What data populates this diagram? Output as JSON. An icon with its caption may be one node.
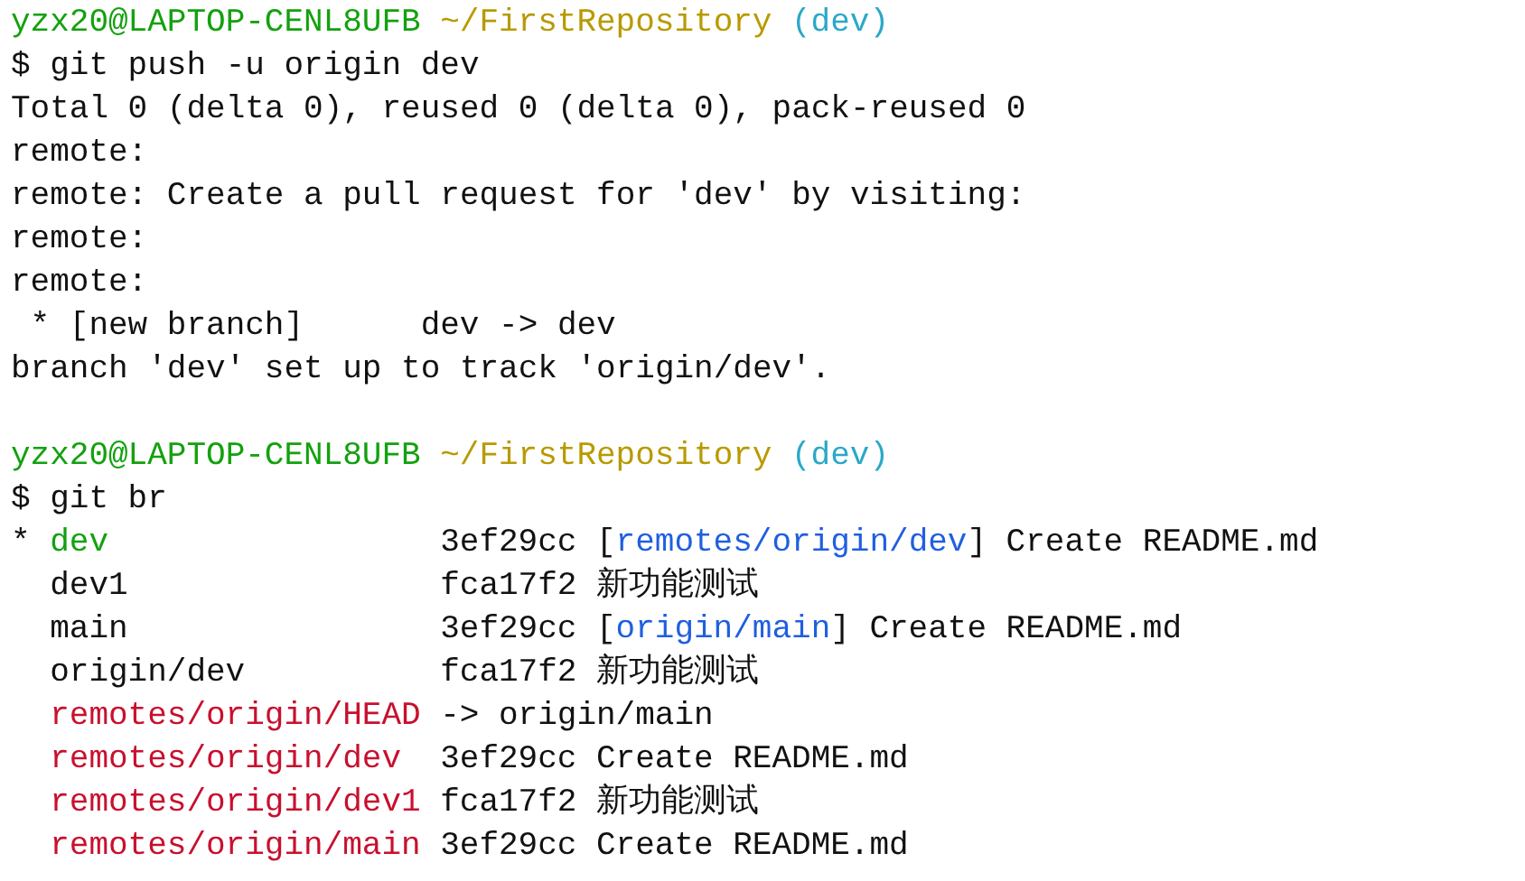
{
  "diagram": {
    "labels": [
      "yzx20@LAPTOP-CENL8UFB",
      "~/FirstRepository",
      "(dev)",
      "$ git push -u origin dev",
      "Total 0 (delta 0), reused 0 (delta 0), pack-reused 0",
      "remote:",
      "remote: Create a pull request for 'dev' by visiting:",
      "remote:",
      "remote:",
      "* [new branch]      dev -> dev",
      "branch 'dev' set up to track 'origin/dev'.",
      "yzx20@LAPTOP-CENL8UFB",
      "~/FirstRepository",
      "(dev)",
      "$ git br",
      "*",
      "dev",
      "3ef29cc",
      "[",
      "remotes/origin/dev",
      "] Create README.md",
      "dev1",
      "fca17f2 新功能测试",
      "main",
      "3ef29cc",
      "[",
      "origin/main",
      "] Create README.md",
      "origin/dev",
      "fca17f2 新功能测试",
      "remotes/origin/HEAD",
      "-> origin/main",
      "remotes/origin/dev",
      "3ef29cc Create README.md",
      "remotes/origin/dev1",
      "fca17f2 新功能测试",
      "remotes/origin/main",
      "3ef29cc Create README.md"
    ]
  }
}
